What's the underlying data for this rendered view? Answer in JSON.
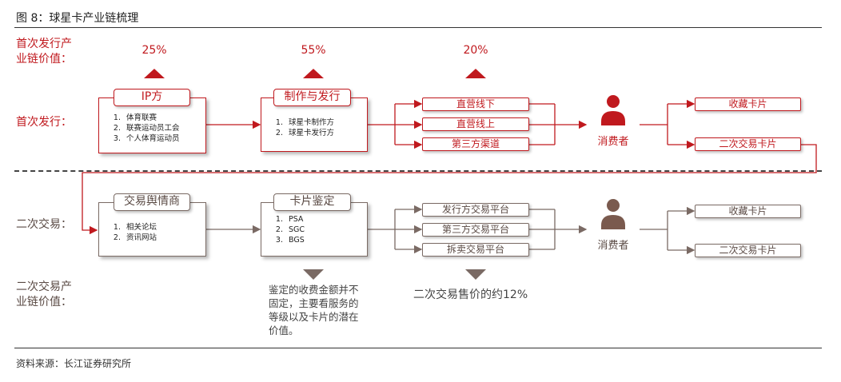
{
  "figure_title": "图 8：球星卡产业链梳理",
  "source": "资料来源：长江证券研究所",
  "colors": {
    "primary": "#c0191e",
    "secondary": "#7a6a64"
  },
  "primary": {
    "value_label_line1": "首次发行产",
    "value_label_line2": "业链价值：",
    "row_label": "首次发行：",
    "percent_1": "25%",
    "percent_2": "55%",
    "percent_3": "20%",
    "box1": {
      "title": "IP方",
      "items": [
        "体育联赛",
        "联赛运动员工会",
        "个人体育运动员"
      ]
    },
    "box2": {
      "title": "制作与发行",
      "items": [
        "球星卡制作方",
        "球星卡发行方"
      ]
    },
    "channels": [
      "直营线下",
      "直营线上",
      "第三方渠道"
    ],
    "consumer": "消费者",
    "consumer_icon": "person-icon",
    "outcomes": [
      "收藏卡片",
      "二次交易卡片"
    ]
  },
  "secondary": {
    "row_label": "二次交易：",
    "value_label_line1": "二次交易产",
    "value_label_line2": "业链价值：",
    "box1": {
      "title": "交易舆情商",
      "items": [
        "相关论坛",
        "资讯网站"
      ]
    },
    "box2": {
      "title": "卡片鉴定",
      "items": [
        "PSA",
        "SGC",
        "BGS"
      ]
    },
    "channels": [
      "发行方交易平台",
      "第三方交易平台",
      "拆卖交易平台"
    ],
    "consumer": "消费者",
    "consumer_icon": "person-icon",
    "outcomes": [
      "收藏卡片",
      "二次交易卡片"
    ],
    "note_grading": "鉴定的收费金额并不固定，主要看服务的等级以及卡片的潜在价值。",
    "note_platform": "二次交易售价的约12%"
  }
}
